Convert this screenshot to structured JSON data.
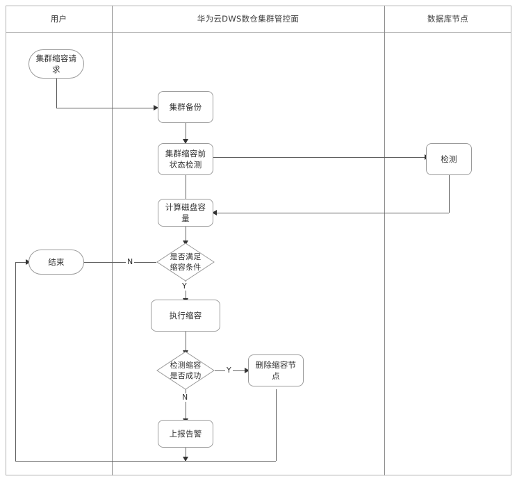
{
  "diagram": {
    "type": "swimlane-flowchart",
    "lanes": [
      {
        "id": "user",
        "title": "用户"
      },
      {
        "id": "dws",
        "title": "华为云DWS数仓集群管控面"
      },
      {
        "id": "dbnode",
        "title": "数据库节点"
      }
    ],
    "nodes": [
      {
        "id": "start",
        "lane": "user",
        "shape": "terminator",
        "label": "集群缩容请求"
      },
      {
        "id": "backup",
        "lane": "dws",
        "shape": "process",
        "label": "集群备份"
      },
      {
        "id": "precheck",
        "lane": "dws",
        "shape": "process",
        "label": "集群缩容前状态检测"
      },
      {
        "id": "detect",
        "lane": "dbnode",
        "shape": "process",
        "label": "检测"
      },
      {
        "id": "calcdisk",
        "lane": "dws",
        "shape": "process",
        "label": "计算磁盘容量"
      },
      {
        "id": "cond",
        "lane": "dws",
        "shape": "decision",
        "label_line1": "是否满足",
        "label_line2": "缩容条件"
      },
      {
        "id": "end",
        "lane": "user",
        "shape": "terminator",
        "label": "结束"
      },
      {
        "id": "doshrink",
        "lane": "dws",
        "shape": "process",
        "label": "执行缩容"
      },
      {
        "id": "checkok",
        "lane": "dws",
        "shape": "decision",
        "label_line1": "检测缩容",
        "label_line2": "是否成功"
      },
      {
        "id": "delnode",
        "lane": "dws",
        "shape": "process",
        "label": "删除缩容节点"
      },
      {
        "id": "alarm",
        "lane": "dws",
        "shape": "process",
        "label": "上报告警"
      }
    ],
    "edge_labels": {
      "cond_no": "N",
      "cond_yes": "Y",
      "checkok_yes": "Y",
      "checkok_no": "N"
    },
    "colors": {
      "node_border": "#9a9a9a",
      "node_fill": "#ffffff",
      "lane_border": "#b0b0b0",
      "lane_divider": "#8a8a8a",
      "connector": "#5d5d5d",
      "text": "#2f2f2f"
    }
  }
}
